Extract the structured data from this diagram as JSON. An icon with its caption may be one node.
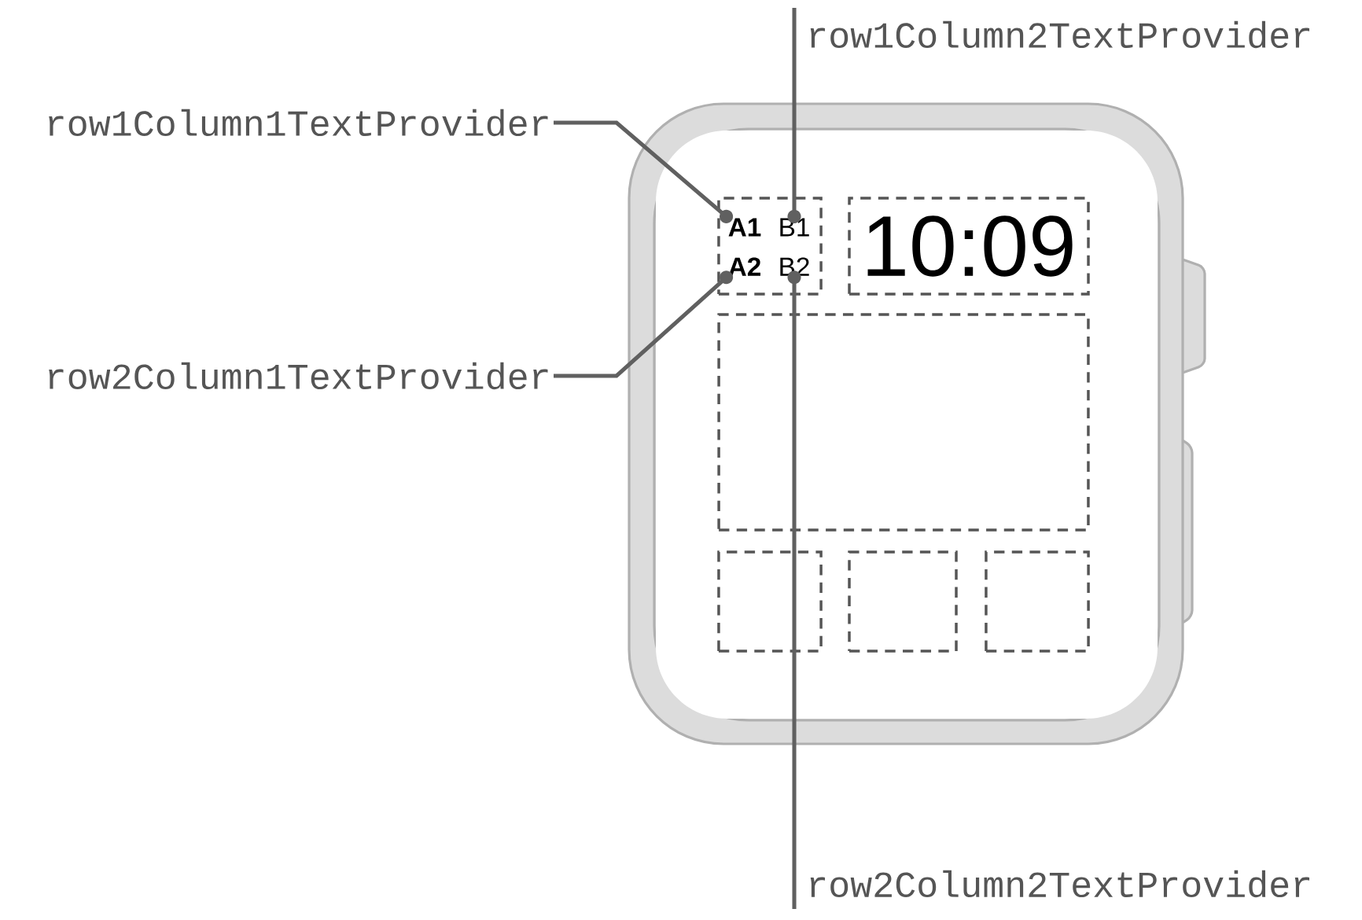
{
  "diagram": {
    "nodes": [
      {
        "text": [],
        "shape": "box"
      },
      {
        "text": [
          "A1"
        ],
        "in": 0
      },
      {
        "text": [
          "B1"
        ],
        "in": 0
      },
      {
        "text": [
          "A2"
        ],
        "in": 0
      },
      {
        "text": [
          "B2"
        ],
        "in": 0
      },
      {
        "text": [
          "10:09"
        ]
      },
      {
        "text": [],
        "shape": "box"
      },
      {
        "text": [],
        "shape": "box"
      },
      {
        "text": [],
        "shape": "box"
      },
      {
        "text": [],
        "shape": "box"
      },
      {
        "text": [
          "row1Column1TextProvider"
        ]
      },
      {
        "text": [
          "row1Column2TextProvider"
        ]
      },
      {
        "text": [
          "row2Column1TextProvider"
        ]
      },
      {
        "text": [
          "row2Column2TextProvider"
        ]
      }
    ],
    "edges": [
      {
        "from": 10,
        "to": 1,
        "arrow": "other"
      },
      {
        "from": 11,
        "to": 2,
        "arrow": "other"
      },
      {
        "from": 12,
        "to": 3,
        "arrow": "other"
      },
      {
        "from": 13,
        "to": 4,
        "arrow": "other"
      }
    ]
  }
}
